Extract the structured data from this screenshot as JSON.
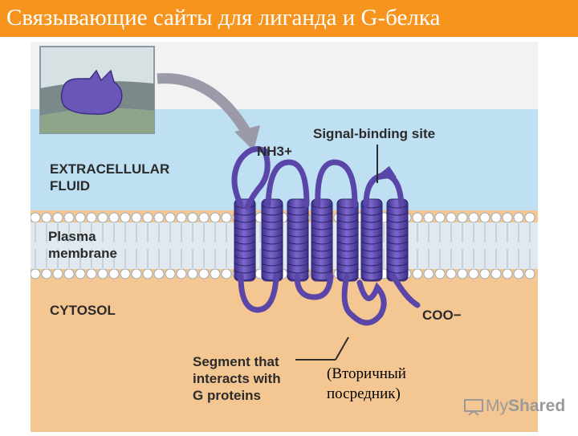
{
  "slide": {
    "title": "Связывающие сайты для лиганда и G-белка"
  },
  "diagram": {
    "labels": {
      "extracellular_line1": "EXTRACELLULAR",
      "extracellular_line2": "FLUID",
      "plasma_line1": "Plasma",
      "plasma_line2": "membrane",
      "cytosol": "CYTOSOL",
      "nh3": "NH3+",
      "coo": "COO−",
      "signal_binding_site": "Signal-binding site",
      "segment_line1": "Segment that",
      "segment_line2": "interacts with",
      "segment_line3": "G proteins"
    },
    "colors": {
      "extracellular": "#bfe0f2",
      "cytosol": "#f4c792",
      "receptor": "#6a55b8",
      "title_bar": "#f7941d"
    }
  },
  "annotation": {
    "line1": "(Вторичный",
    "line2": "посредник)"
  },
  "watermark": {
    "icon": "projector-screen-icon",
    "text_prefix": "My",
    "text_suffix": "Shared"
  }
}
